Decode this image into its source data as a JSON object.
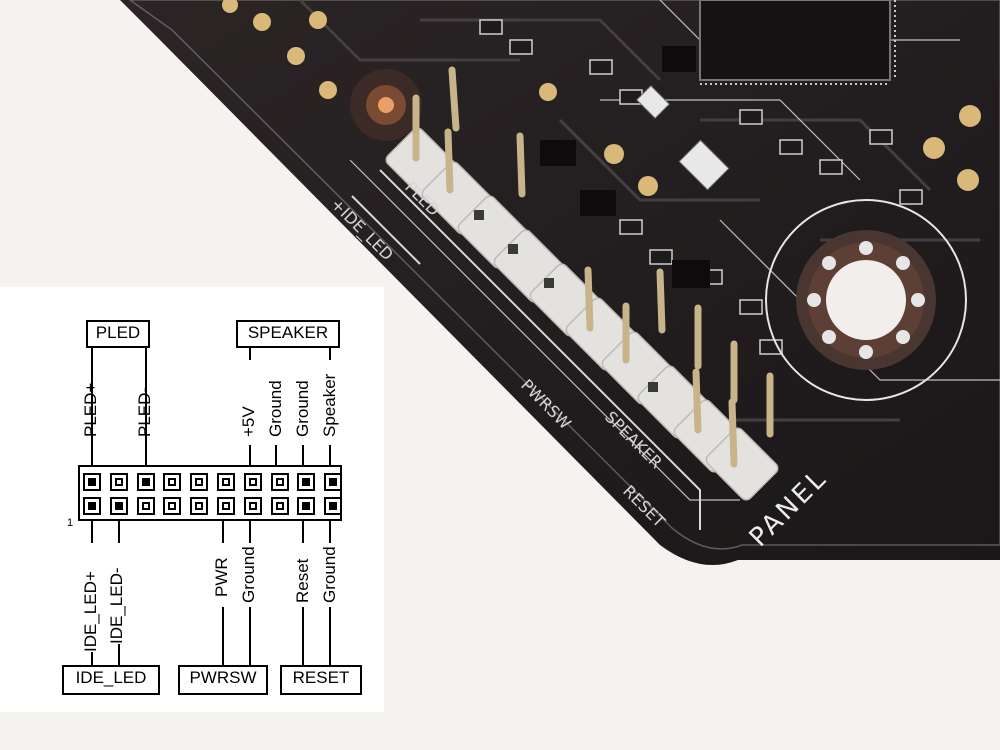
{
  "board_silkscreen": {
    "ide_led": "+IDE_LED",
    "pled": "PLED",
    "pwrsw": "PWRSW",
    "speaker": "SPEAKER",
    "reset": "RESET",
    "panel": "PANEL"
  },
  "diagram": {
    "pin_one_marker": "1",
    "top_groups": {
      "pled": "PLED",
      "speaker": "SPEAKER"
    },
    "bottom_groups": {
      "ide_led": "IDE_LED",
      "pwrsw": "PWRSW",
      "reset": "RESET"
    },
    "top_pins": {
      "pled_plus": "PLED+",
      "pled_minus": "PLED-",
      "plus_5v": "+5V",
      "ground_1": "Ground",
      "ground_2": "Ground",
      "speaker": "Speaker"
    },
    "bottom_pins": {
      "ide_led_plus": "IDE_LED+",
      "ide_led_minus": "IDE_LED-",
      "pwr": "PWR",
      "ground_1": "Ground",
      "reset": "Reset",
      "ground_2": "Ground"
    }
  }
}
